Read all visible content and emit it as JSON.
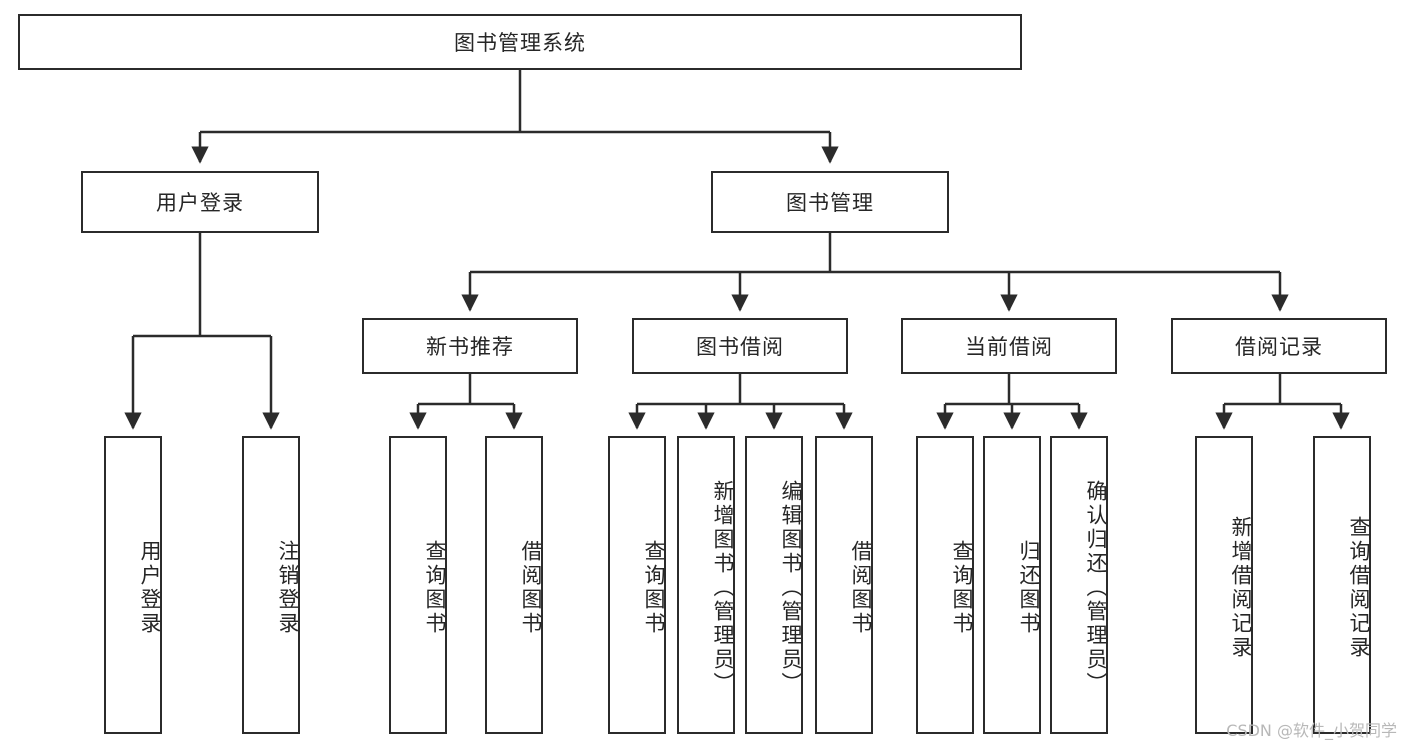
{
  "diagram": {
    "title_node": {
      "label": "图书管理系统"
    },
    "level2": [
      {
        "id": "user-login",
        "label": "用户登录"
      },
      {
        "id": "book-management",
        "label": "图书管理"
      }
    ],
    "level3": [
      {
        "id": "new-book-recommend",
        "label": "新书推荐"
      },
      {
        "id": "book-borrow",
        "label": "图书借阅"
      },
      {
        "id": "current-borrow",
        "label": "当前借阅"
      },
      {
        "id": "borrow-record",
        "label": "借阅记录"
      }
    ],
    "leaves": [
      {
        "id": "leaf-user-login",
        "label": "用户登录"
      },
      {
        "id": "leaf-logout-login",
        "label": "注销登录"
      },
      {
        "id": "leaf-query-book-1",
        "label": "查询图书"
      },
      {
        "id": "leaf-borrow-book-1",
        "label": "借阅图书"
      },
      {
        "id": "leaf-query-book-2",
        "label": "查询图书"
      },
      {
        "id": "leaf-add-book",
        "label": "新增图书（管理员）"
      },
      {
        "id": "leaf-edit-book",
        "label": "编辑图书（管理员）"
      },
      {
        "id": "leaf-borrow-book-2",
        "label": "借阅图书"
      },
      {
        "id": "leaf-query-book-3",
        "label": "查询图书"
      },
      {
        "id": "leaf-return-book",
        "label": "归还图书"
      },
      {
        "id": "leaf-confirm-return",
        "label": "确认归还（管理员）"
      },
      {
        "id": "leaf-add-borrow-record",
        "label": "新增借阅记录"
      },
      {
        "id": "leaf-query-borrow-record",
        "label": "查询借阅记录"
      }
    ],
    "watermark": "CSDN @软件_小贺同学",
    "colors": {
      "stroke": "#2b2b2b",
      "text": "#262626",
      "background": "#ffffff",
      "watermark": "#b8b8b8"
    }
  }
}
